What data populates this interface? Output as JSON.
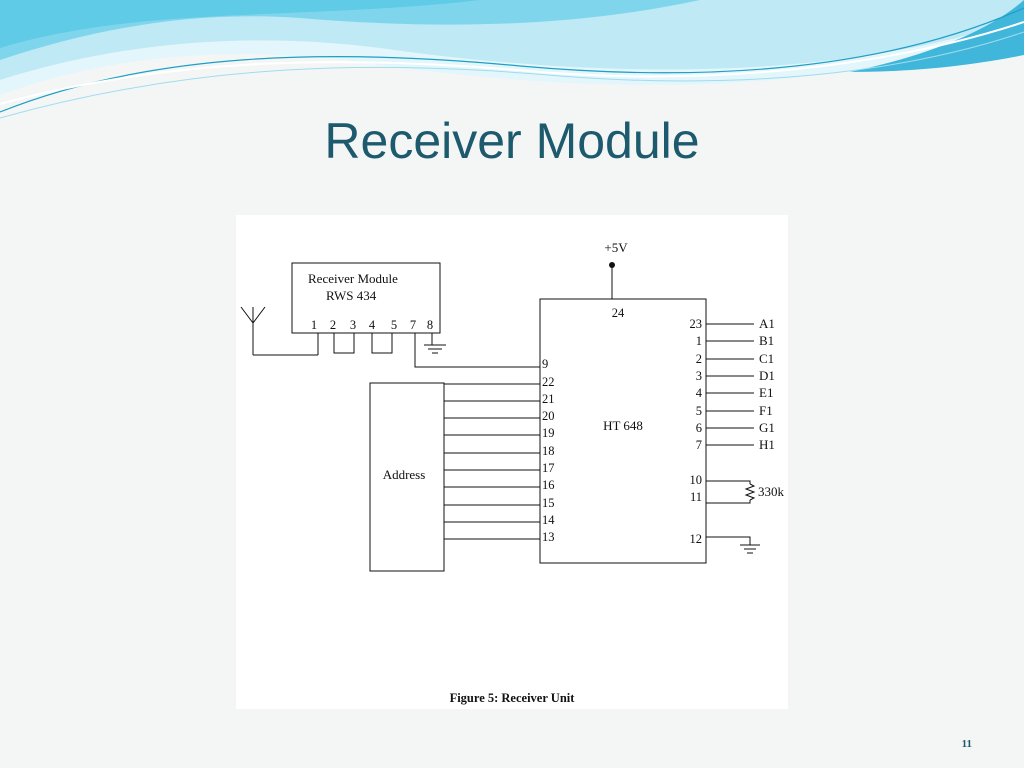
{
  "slide": {
    "title": "Receiver Module",
    "page_number": "11",
    "colors": {
      "title": "#1d5a6e",
      "wave_light": "#bfe9f4",
      "wave_mid": "#5fcbe6",
      "wave_dark": "#1f9fc4"
    }
  },
  "diagram": {
    "caption": "Figure 5: Receiver Unit",
    "receiver": {
      "label_line1": "Receiver Module",
      "label_line2": "RWS 434",
      "pins": [
        "1",
        "2",
        "3",
        "4",
        "5",
        "7",
        "8"
      ]
    },
    "supply_label": "+5V",
    "ic": {
      "label": "HT 648",
      "top_pin": "24",
      "left_pins": [
        "9",
        "22",
        "21",
        "20",
        "19",
        "18",
        "17",
        "16",
        "15",
        "14",
        "13"
      ],
      "right_pins": [
        "23",
        "1",
        "2",
        "3",
        "4",
        "5",
        "6",
        "7"
      ],
      "right_pins_lower": [
        "10",
        "11",
        "12"
      ]
    },
    "outputs": [
      "A1",
      "B1",
      "C1",
      "D1",
      "E1",
      "F1",
      "G1",
      "H1"
    ],
    "resistor_label": "330k",
    "address_label": "Address"
  }
}
